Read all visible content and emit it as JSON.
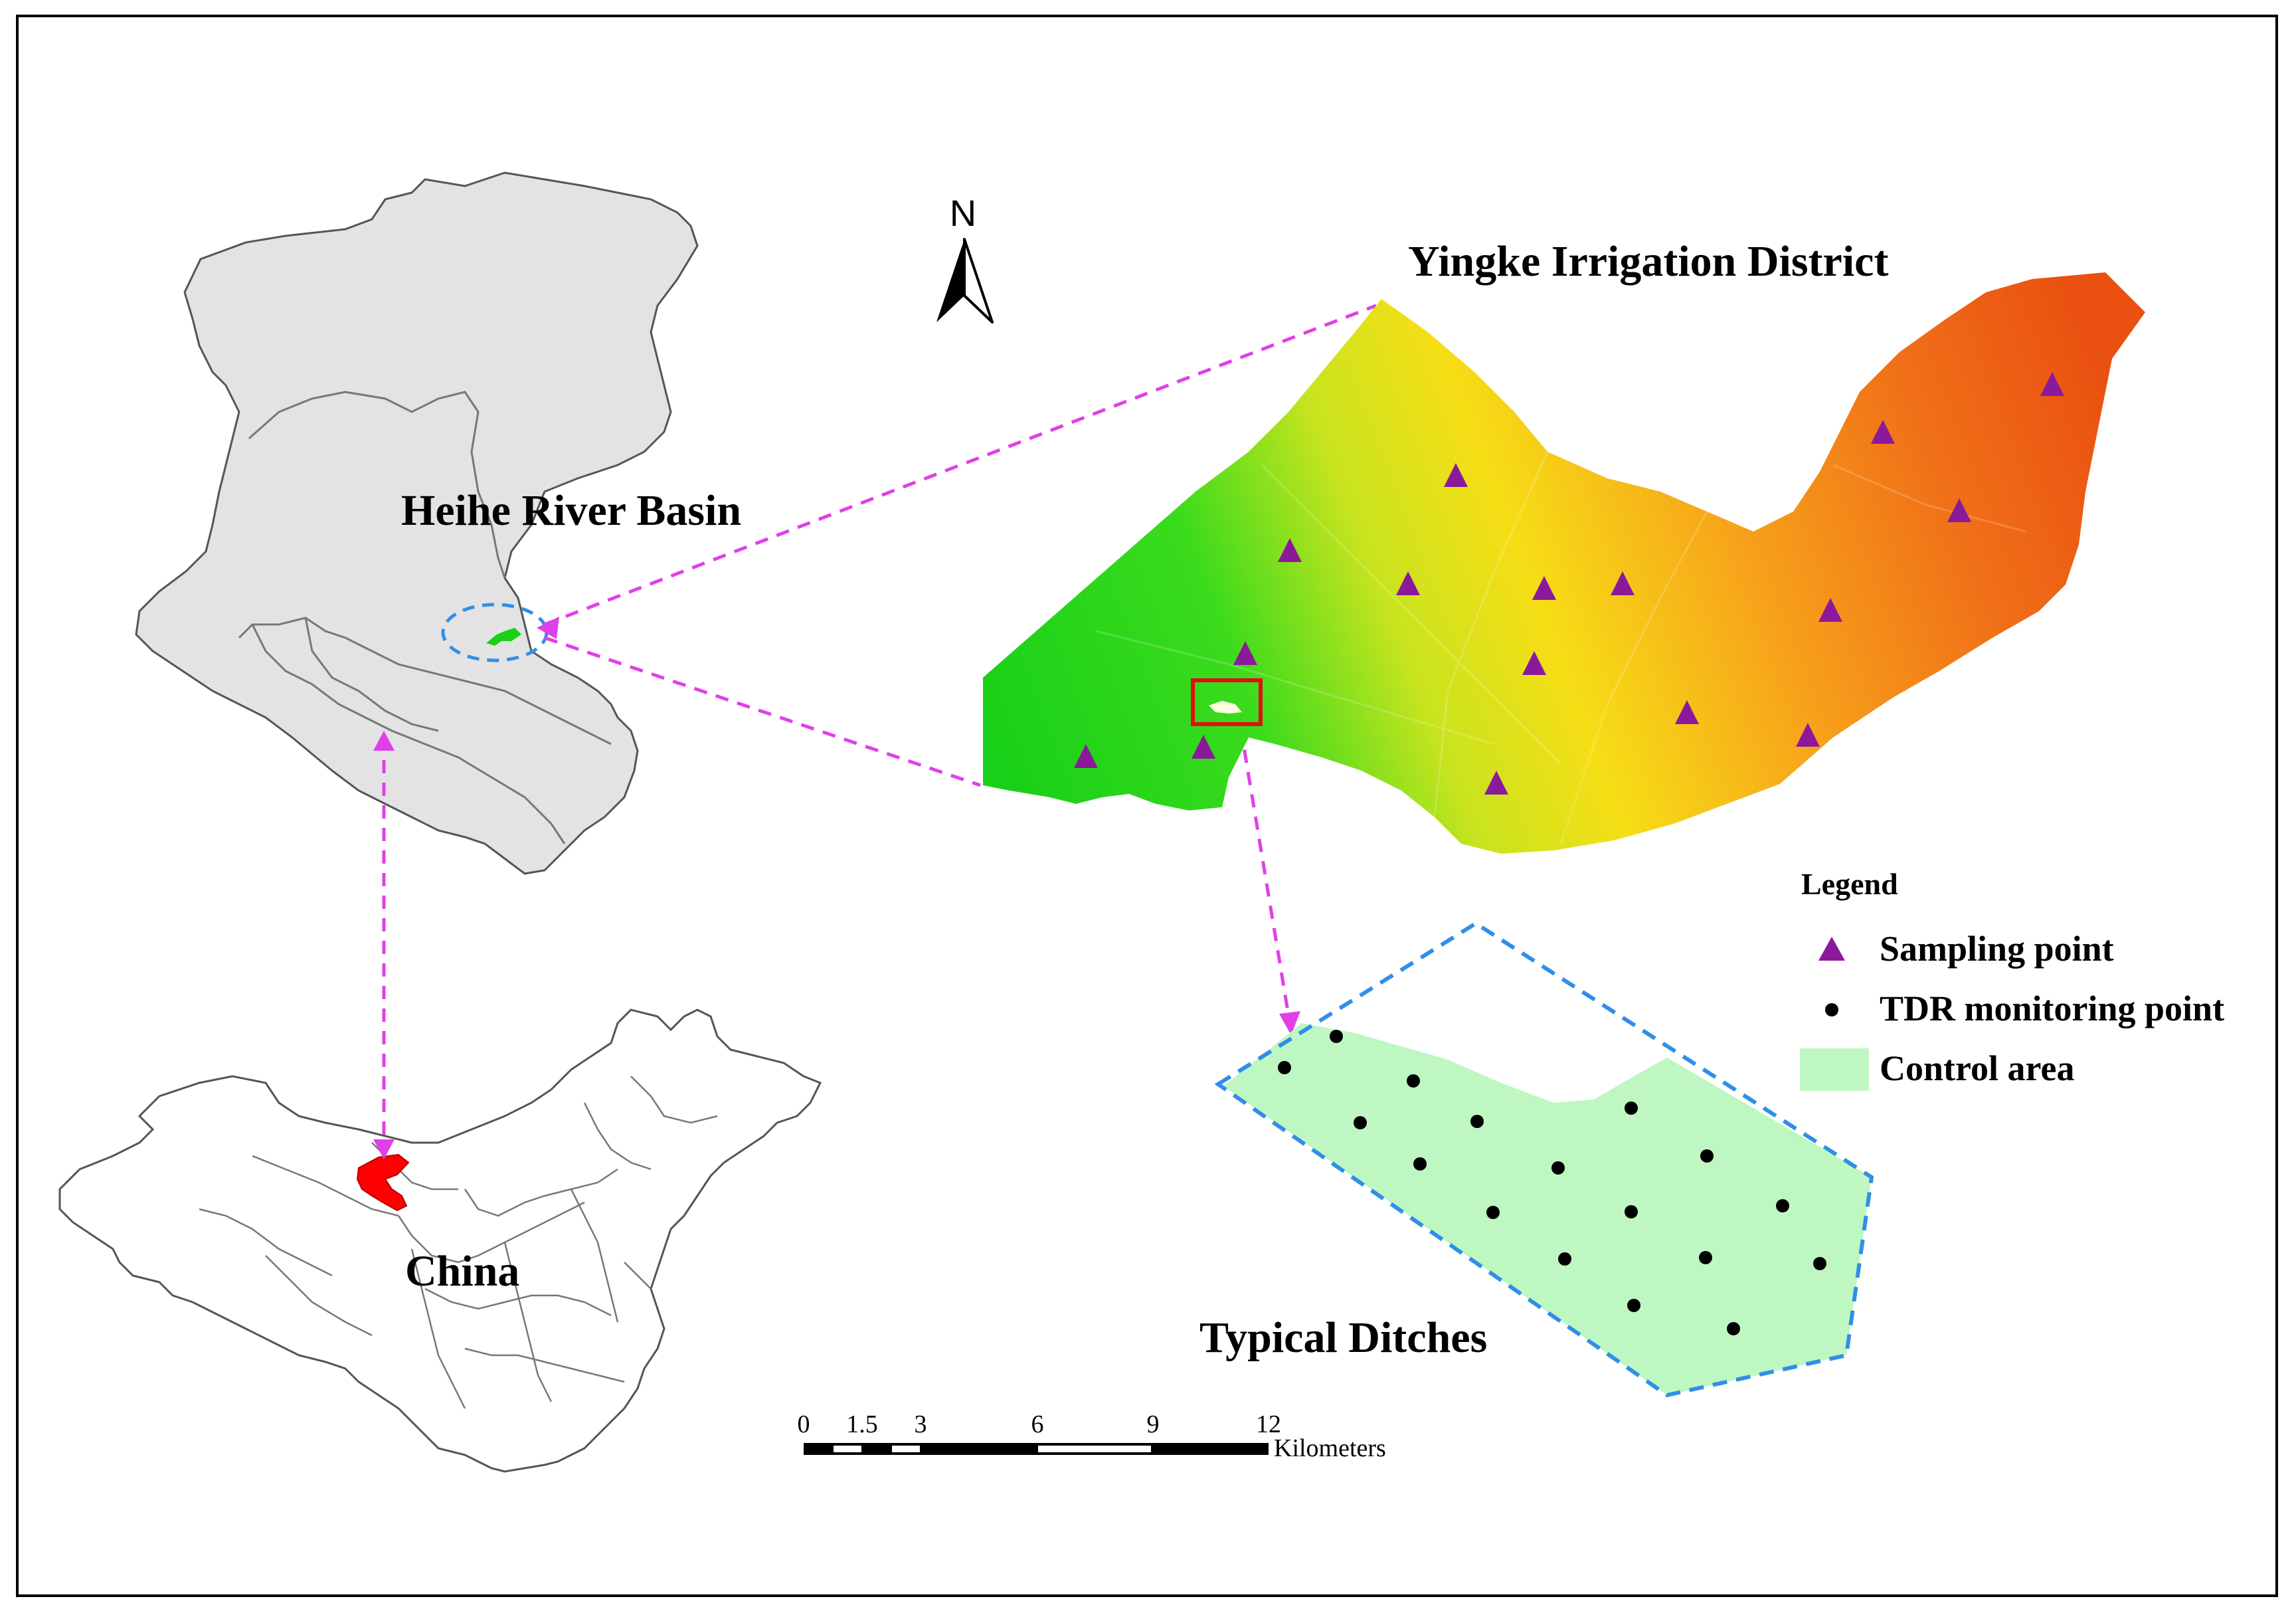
{
  "labels": {
    "heihe": "Heihe River Basin",
    "yingke": "Yingke Irrigation District",
    "china": "China",
    "ditches": "Typical Ditches"
  },
  "north_arrow": {
    "letter": "N"
  },
  "legend": {
    "title": "Legend",
    "items": [
      {
        "label": "Sampling point",
        "symbol": "triangle",
        "color": "#8B1A9B"
      },
      {
        "label": "TDR monitoring point",
        "symbol": "dot",
        "color": "#000000"
      },
      {
        "label": "Control area",
        "symbol": "rectangle",
        "color": "#BFF7C2"
      }
    ]
  },
  "scale_bar": {
    "ticks": [
      "0",
      "1.5",
      "3",
      "6",
      "9",
      "12"
    ],
    "unit": "Kilometers"
  },
  "colors": {
    "basin_fill": "#E3E3E3",
    "highlight_red": "#FF0000",
    "leader_magenta": "#E040E8",
    "circle_blue": "#2F8FE8",
    "control_area": "#BFF7C2",
    "gradient_green": "#22D322",
    "gradient_yellow": "#F4E21A",
    "gradient_red": "#EE5A12"
  }
}
